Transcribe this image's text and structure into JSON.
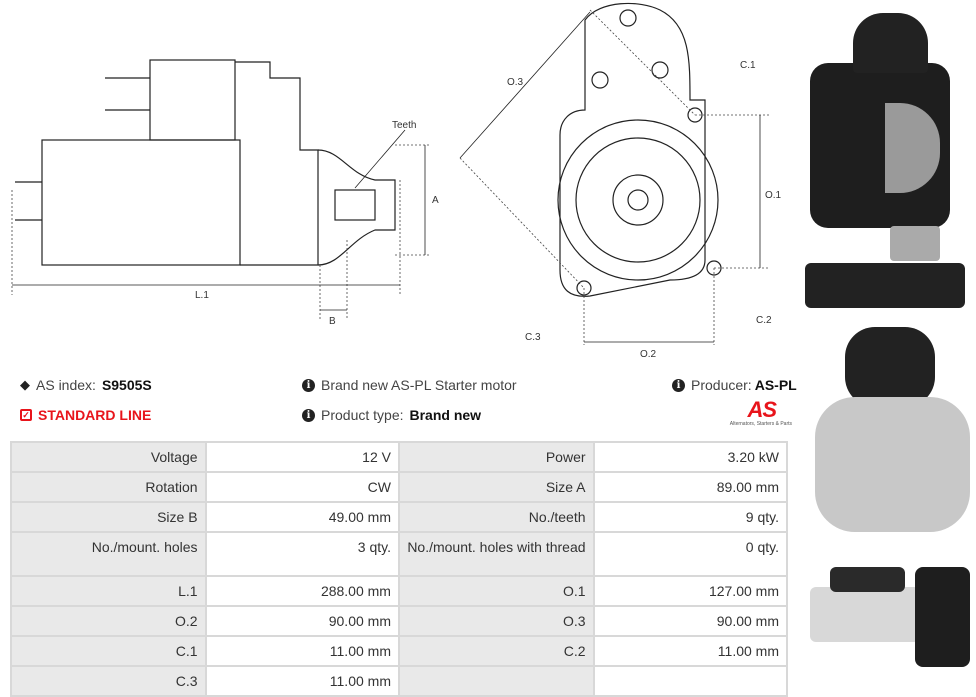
{
  "drawing": {
    "teeth": "Teeth",
    "a": "A",
    "b": "B",
    "l1": "L.1",
    "o1": "O.1",
    "o2": "O.2",
    "o3": "O.3",
    "c1": "C.1",
    "c2": "C.2",
    "c3": "C.3"
  },
  "info": {
    "as_index_label": "AS index:",
    "as_index_value": "S9505S",
    "standard_line": "STANDARD LINE",
    "description": "Brand new AS-PL Starter motor",
    "product_type_label": "Product type:",
    "product_type_value": "Brand new",
    "producer_label": "Producer:",
    "producer_value": "AS-PL",
    "logo_text": "AS",
    "logo_tagline": "Alternators, Starters & Parts"
  },
  "colors": {
    "accent": "#e8141b"
  },
  "specs": [
    [
      "Voltage",
      "12 V",
      "Power",
      "3.20 kW"
    ],
    [
      "Rotation",
      "CW",
      "Size A",
      "89.00 mm"
    ],
    [
      "Size B",
      "49.00 mm",
      "No./teeth",
      "9 qty."
    ],
    [
      "No./mount. holes",
      "3 qty.",
      "No./mount. holes with thread",
      "0 qty."
    ],
    [
      "L.1",
      "288.00 mm",
      "O.1",
      "127.00 mm"
    ],
    [
      "O.2",
      "90.00 mm",
      "O.3",
      "90.00 mm"
    ],
    [
      "C.1",
      "11.00 mm",
      "C.2",
      "11.00 mm"
    ],
    [
      "C.3",
      "11.00 mm",
      "",
      ""
    ]
  ]
}
